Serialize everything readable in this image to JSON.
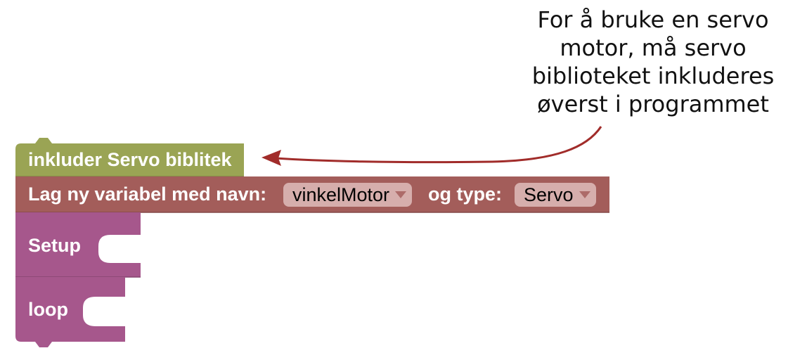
{
  "callout": {
    "lines": [
      "For å bruke en servo",
      "motor, må servo",
      "biblioteket inkluderes",
      "øverst i programmet"
    ]
  },
  "blocks": {
    "include": {
      "label": "inkluder Servo biblitek",
      "color": "#9aa454"
    },
    "variable": {
      "label_prefix": "Lag ny variabel med navn:",
      "name_value": "vinkelMotor",
      "label_middle": "og type:",
      "type_value": "Servo",
      "color": "#a35d5a",
      "dropdown_bg": "#d6aeac"
    },
    "setup": {
      "label": "Setup",
      "color": "#a6578c"
    },
    "loop": {
      "label": "loop",
      "color": "#a6578c"
    }
  },
  "colors": {
    "arrow": "#a12c2a",
    "caret": "#ad6b69"
  },
  "icons": {
    "dropdown": "triangle-down"
  }
}
